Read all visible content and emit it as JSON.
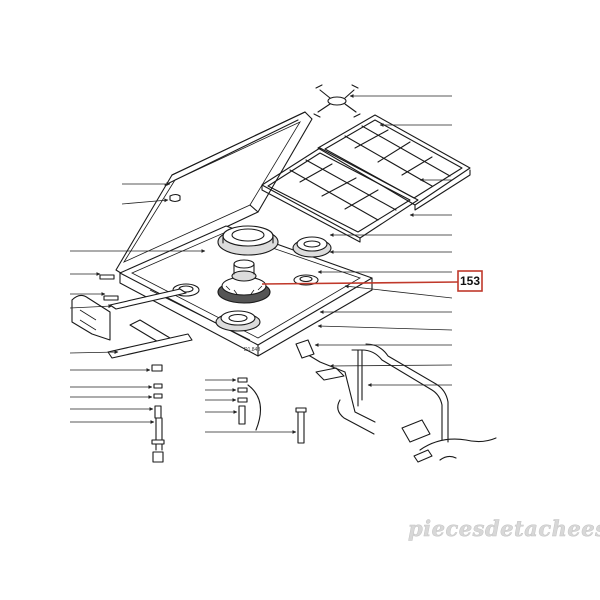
{
  "callout": {
    "label": "153",
    "color": "#c0392b"
  },
  "drawing": {
    "code": "D1.848"
  },
  "watermark": {
    "text": "piecesdetacheeselec.com"
  }
}
